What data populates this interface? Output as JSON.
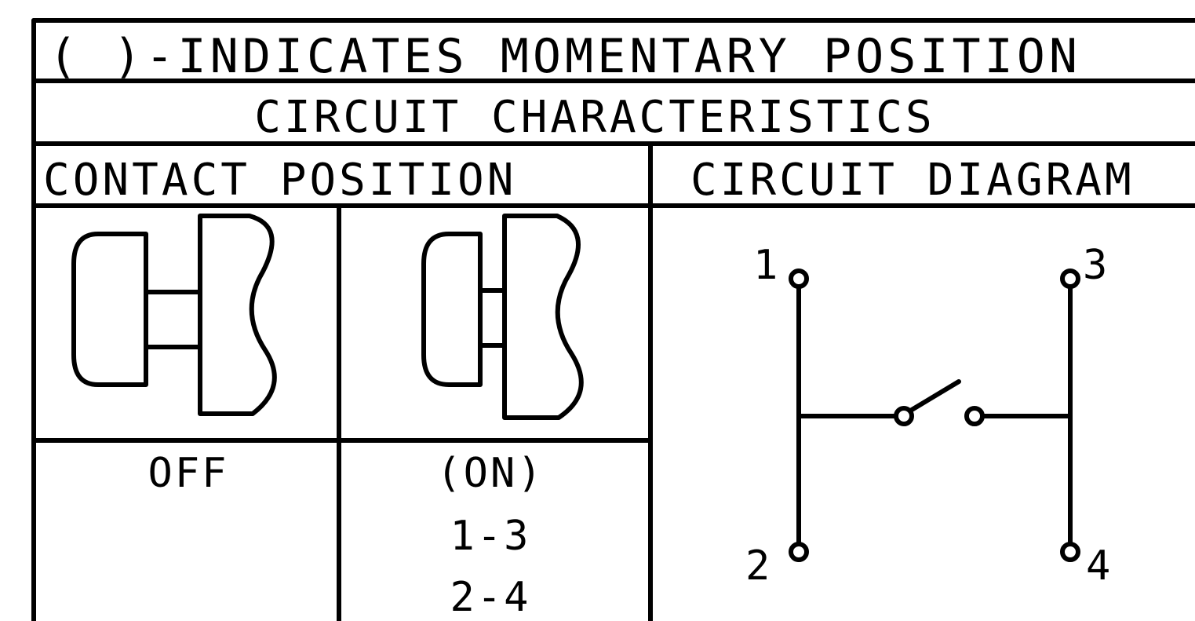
{
  "drawing": {
    "legend": "( )-INDICATES MOMENTARY POSITION",
    "section_title": "CIRCUIT CHARACTERISTICS",
    "headers": {
      "contact_position": "CONTACT POSITION",
      "circuit_diagram": "CIRCUIT DIAGRAM"
    },
    "positions": [
      {
        "label": "OFF",
        "contacts": []
      },
      {
        "label": "(ON)",
        "contacts": [
          "1-3",
          "2-4"
        ]
      }
    ],
    "terminals": [
      "1",
      "2",
      "3",
      "4"
    ]
  },
  "colors": {
    "ink": "#000000",
    "paper": "#ffffff"
  },
  "icons": {
    "off_position": "pushbutton-extended-icon",
    "on_position": "pushbutton-depressed-icon",
    "switch": "normally-open-switch-icon",
    "terminal": "terminal-circle-icon"
  }
}
